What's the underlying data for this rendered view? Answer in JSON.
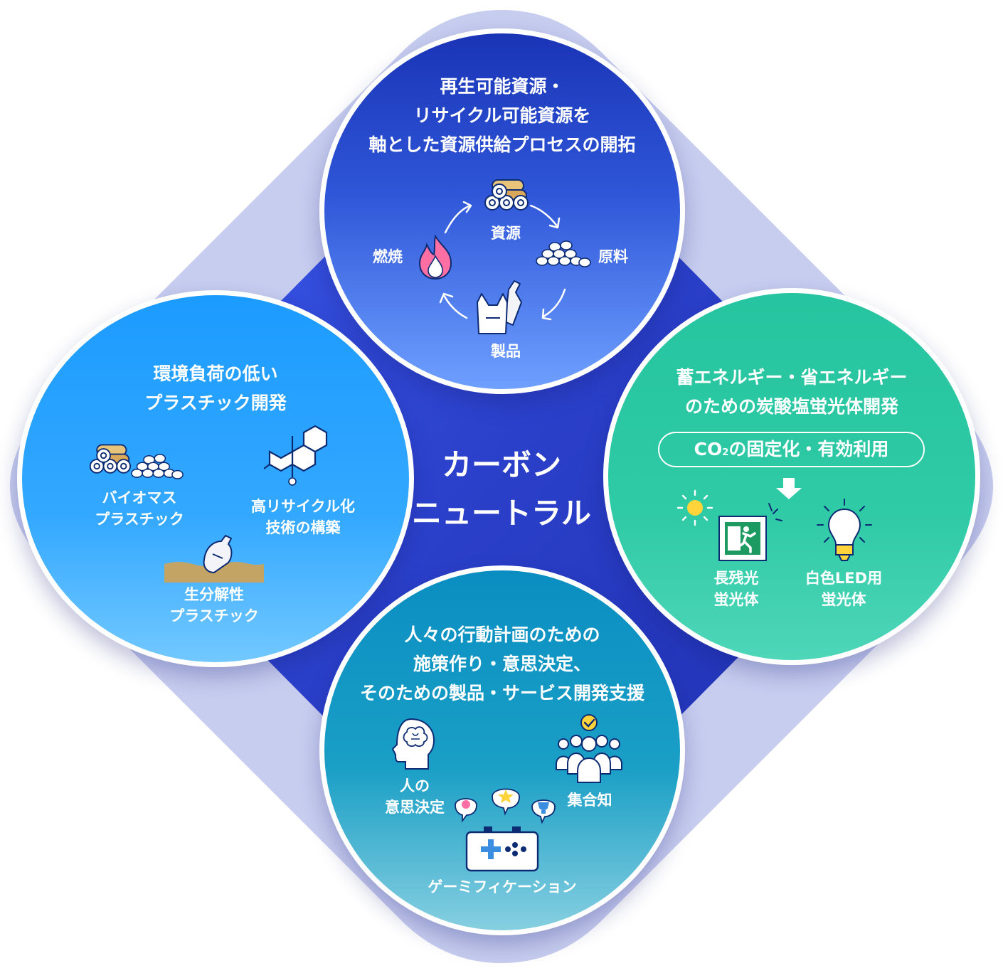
{
  "center": {
    "line1": "カーボン",
    "line2": "ニュートラル"
  },
  "top": {
    "title": [
      "再生可能資源・",
      "リサイクル可能資源を",
      "軸とした資源供給プロセスの開拓"
    ],
    "labels": {
      "resource": "資源",
      "material": "原料",
      "product": "製品",
      "burn": "燃焼"
    },
    "icons": [
      "logs-icon",
      "pellets-icon",
      "bag-and-bottle-icon",
      "flame-icon",
      "cycle-arrow-icon"
    ]
  },
  "left": {
    "title": [
      "環境負荷の低い",
      "プラスチック開発"
    ],
    "items": [
      {
        "lines": [
          "バイオマス",
          "プラスチック"
        ]
      },
      {
        "lines": [
          "高リサイクル化",
          "技術の構築"
        ]
      },
      {
        "lines": [
          "生分解性",
          "プラスチック"
        ]
      }
    ],
    "icons": [
      "logs-icon",
      "pellets-icon",
      "molecule-icon",
      "bottle-in-soil-icon"
    ]
  },
  "right": {
    "title": [
      "蓄エネルギー・省エネルギー",
      "のための炭酸塩蛍光体開発"
    ],
    "pill": {
      "prefix": "CO",
      "sub": "2",
      "rest": "の固定化・有効利用"
    },
    "items": [
      {
        "lines": [
          "長残光",
          "蛍光体"
        ]
      },
      {
        "lines": [
          "白色LED用",
          "蛍光体"
        ]
      }
    ],
    "icons": [
      "down-arrow-icon",
      "sun-icon",
      "exit-sign-icon",
      "light-bulb-icon"
    ]
  },
  "bottom": {
    "title": [
      "人々の行動計画のための",
      "施策作り・意思決定、",
      "そのための製品・サービス開発支援"
    ],
    "items": [
      {
        "lines": [
          "人の",
          "意思決定"
        ]
      },
      {
        "lines": [
          "集合知"
        ]
      },
      {
        "lines": [
          "ゲーミフィケーション"
        ]
      }
    ],
    "icons": [
      "human-brain-icon",
      "crowd-check-icon",
      "game-controller-icon",
      "star-bubble-icon",
      "bulb-bubble-icon",
      "trophy-bubble-icon"
    ]
  },
  "colors": {
    "diamond_outer": "#c4cbf0",
    "diamond_inner": "#2a3fc8",
    "top_circle": "#2f56d8",
    "left_circle": "#33a8ff",
    "right_circle": "#2fcaa6",
    "bottom_circle": "#1a9fc6",
    "accent_pink": "#ff6fa3",
    "accent_yellow": "#ffd43b",
    "icon_navy": "#0d2b73"
  }
}
